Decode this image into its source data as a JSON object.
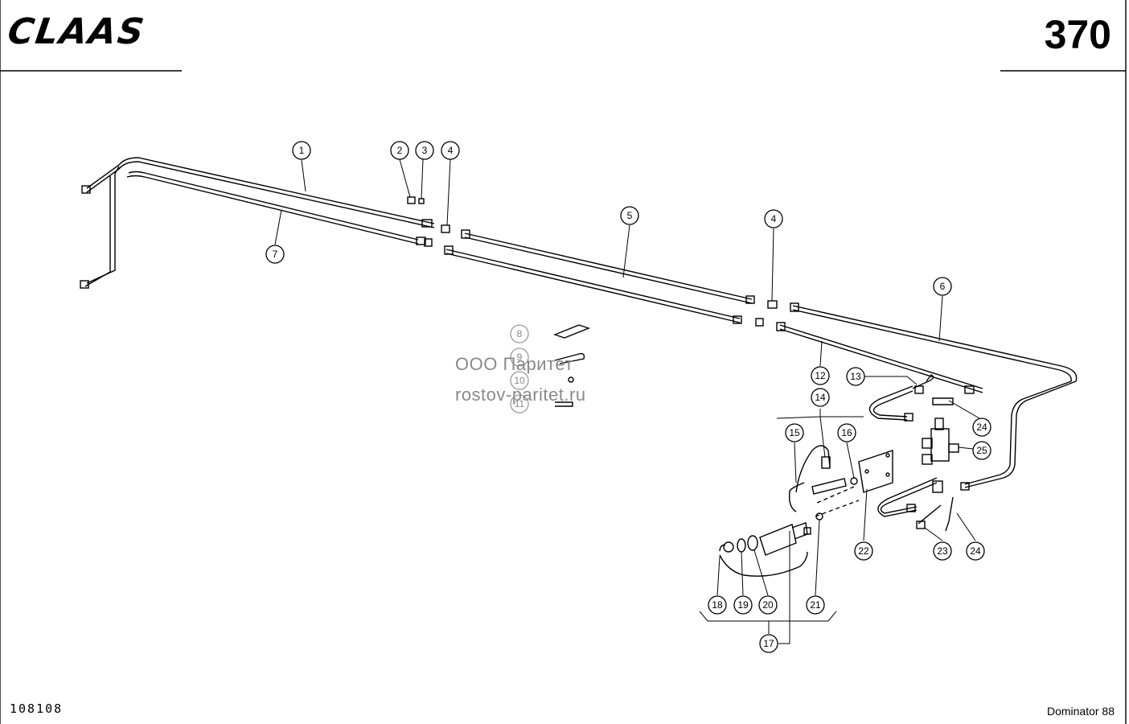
{
  "header": {
    "brand": "CLAAS",
    "page_number": "370"
  },
  "footer": {
    "drawing_number": "108108",
    "model": "Dominator 88"
  },
  "watermark": {
    "line1": "ООО Паритет",
    "line2": "rostov-paritet.ru"
  },
  "callouts": [
    "1",
    "2",
    "3",
    "4",
    "4",
    "5",
    "6",
    "7",
    "8",
    "9",
    "10",
    "11",
    "12",
    "13",
    "14",
    "15",
    "16",
    "17",
    "18",
    "19",
    "20",
    "21",
    "22",
    "23",
    "24",
    "24",
    "25"
  ]
}
